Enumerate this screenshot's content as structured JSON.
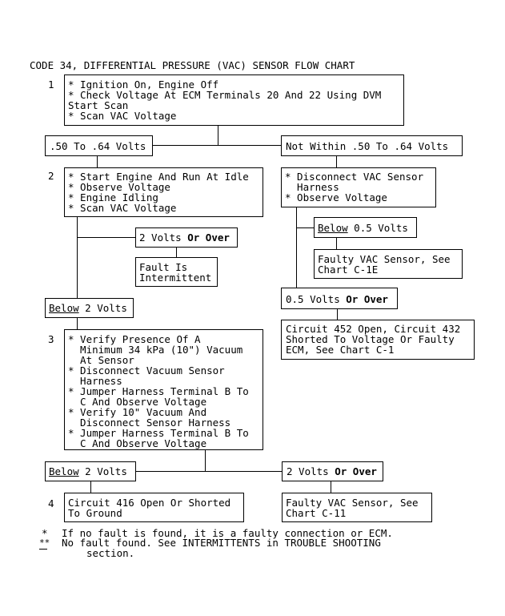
{
  "title": "CODE 34, DIFFERENTIAL PRESSURE (VAC) SENSOR FLOW CHART",
  "step_numbers": {
    "s1": "1",
    "s2": "2",
    "s3": "3",
    "s4": "4"
  },
  "step1": {
    "lines": [
      "* Ignition On, Engine Off",
      "* Check Voltage At ECM Terminals 20 And 22 Using DVM",
      "Start Scan",
      "* Scan VAC Voltage"
    ]
  },
  "branch1": {
    "left": ".50 To .64 Volts",
    "right": "Not Within .50 To .64 Volts"
  },
  "step2": {
    "lines": [
      "* Start Engine And Run At Idle",
      "* Observe Voltage",
      "* Engine Idling",
      "* Scan VAC Voltage"
    ]
  },
  "right_step": {
    "lines": [
      "* Disconnect VAC Sensor",
      "  Harness",
      "* Observe Voltage"
    ]
  },
  "two_volts_or_over_a": {
    "prefix": "2 Volts ",
    "emph": "Or Over"
  },
  "fault_intermittent": {
    "lines": [
      "Fault Is",
      "Intermittent"
    ]
  },
  "below_05": {
    "u": "Below",
    "rest": " 0.5 Volts"
  },
  "faulty_vac_1e": {
    "lines": [
      "Faulty VAC Sensor, See",
      "Chart C-1E"
    ]
  },
  "volts05_or_over": {
    "prefix": "0.5 Volts ",
    "emph": "Or Over"
  },
  "circuit452": {
    "lines": [
      "Circuit 452 Open, Circuit 432",
      "Shorted To Voltage Or Faulty",
      "ECM, See Chart C-1"
    ]
  },
  "below_2_a": {
    "u": "Below",
    "rest": " 2 Volts"
  },
  "step3": {
    "lines": [
      "* Verify Presence Of A",
      "  Minimum 34 kPa (10\") Vacuum",
      "  At Sensor",
      "* Disconnect Vacuum Sensor",
      "  Harness",
      "* Jumper Harness Terminal B To",
      "  C And Observe Voltage",
      "* Verify 10\" Vacuum And",
      "  Disconnect Sensor Harness",
      "* Jumper Harness Terminal B To",
      "  C And Observe Voltage"
    ]
  },
  "below_2_b": {
    "u": "Below",
    "rest": " 2 Volts"
  },
  "two_volts_or_over_b": {
    "prefix": "2 Volts ",
    "emph": "Or Over"
  },
  "circuit416": {
    "lines": [
      "Circuit 416 Open Or Shorted",
      "To Ground"
    ]
  },
  "faulty_vac_11": {
    "lines": [
      "Faulty VAC Sensor, See",
      "Chart C-11"
    ]
  },
  "footnotes": {
    "mark1": "*",
    "note1": "If no fault is found, it is a faulty connection or ECM.",
    "mark2": "**",
    "note2_line1": "No fault found. See INTERMITTENTS in TROUBLE SHOOTING",
    "note2_line2": "section."
  }
}
